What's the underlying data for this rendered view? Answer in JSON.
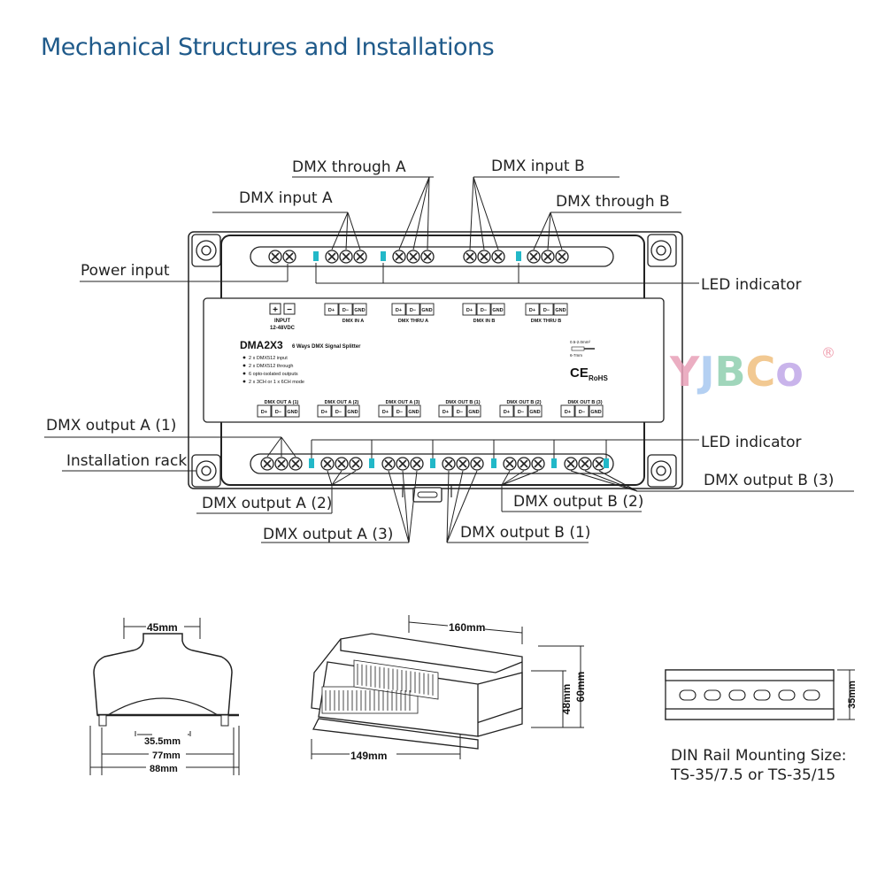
{
  "title": "Mechanical Structures and Installations",
  "callouts": {
    "dmx_through_a": "DMX through A",
    "dmx_input_b": "DMX input B",
    "dmx_input_a": "DMX input A",
    "dmx_through_b": "DMX through B",
    "power_input": "Power input",
    "led_indicator_top": "LED indicator",
    "dmx_output_a1": "DMX output A (1)",
    "installation_rack": "Installation rack",
    "led_indicator_bottom": "LED indicator",
    "dmx_output_b3": "DMX output B (3)",
    "dmx_output_a2": "DMX output A (2)",
    "dmx_output_b2": "DMX output B (2)",
    "dmx_output_a3": "DMX output A (3)",
    "dmx_output_b1": "DMX output B (1)"
  },
  "panel": {
    "input_label": "INPUT",
    "input_voltage": "12-48VDC",
    "dmx_in_a": "DMX IN A",
    "dmx_thru_a": "DMX THRU A",
    "dmx_in_b": "DMX IN B",
    "dmx_thru_b": "DMX THRU B",
    "model": "DMA2X3",
    "subtitle": "6 Ways DMX Signal Splitter",
    "features": [
      "2 x DMX512 input",
      "2 x DMX512 through",
      "6 opto-isolated outputs",
      "2 x 3CH or 1 x 6CH mode"
    ],
    "wire_spec": "0.5-2.0mm²",
    "strip_spec": "6-7mm",
    "ce": "CE",
    "rohs": "RoHS",
    "terminal_dp": "D+",
    "terminal_dm": "D−",
    "terminal_gnd": "GND",
    "plus": "+",
    "minus": "−",
    "outputs": [
      "DMX OUT A (1)",
      "DMX OUT A (2)",
      "DMX OUT A (3)",
      "DMX OUT B (1)",
      "DMX OUT B (2)",
      "DMX OUT B (3)"
    ]
  },
  "watermark": {
    "text": "YJBCo",
    "reg": "®",
    "colors": [
      "#e8a0b8",
      "#a8c8f0",
      "#90d0b0",
      "#f0c080",
      "#c0a8e8"
    ]
  },
  "dimensions": {
    "front_width": "45mm",
    "rail_width": "35.5mm",
    "mid_width": "77mm",
    "total_width": "88mm",
    "length_top": "160mm",
    "length_base": "149mm",
    "height_inner": "48mm",
    "height_outer": "60mm",
    "rail_height": "35mm"
  },
  "din_rail": {
    "line1": "DIN Rail Mounting Size:",
    "line2": "TS-35/7.5 or TS-35/15"
  }
}
